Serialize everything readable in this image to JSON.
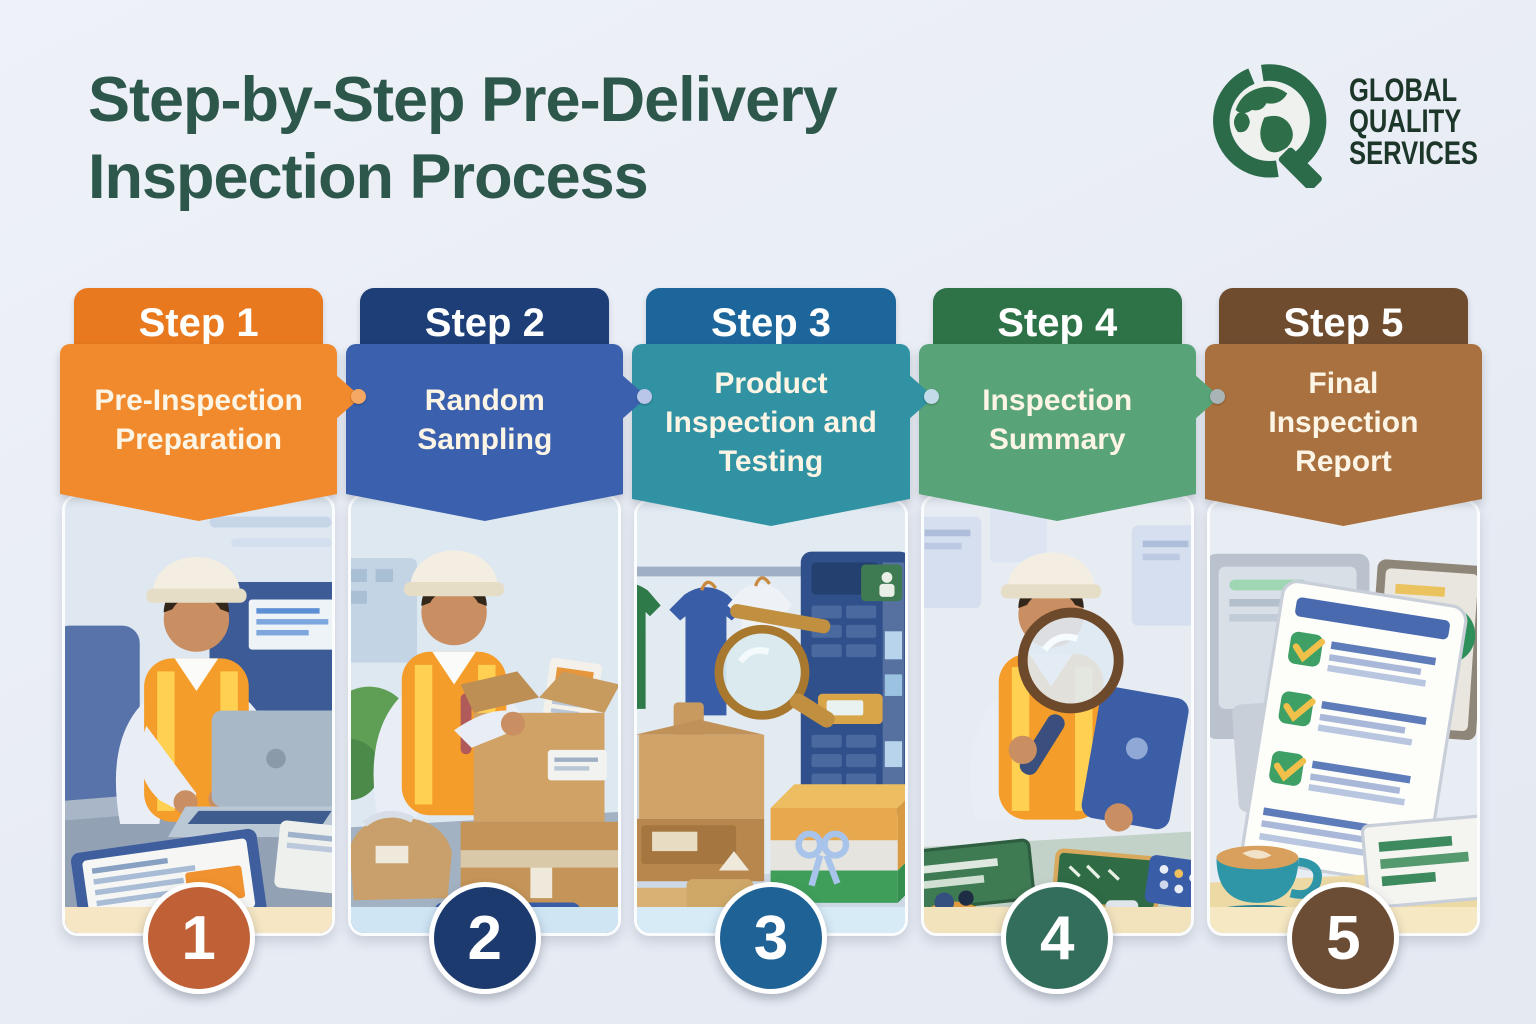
{
  "page": {
    "title_line1": "Step-by-Step Pre-Delivery",
    "title_line2": "Inspection Process",
    "title_color": "#2d574a",
    "background_color": "#e9edf5"
  },
  "logo": {
    "icon": "globe-q-icon",
    "line1": "GLOBAL",
    "line2": "QUALITY",
    "line3": "SERVICES",
    "text_color": "#1d362a",
    "ring_color": "#2b6b4a"
  },
  "steps": [
    {
      "step_label": "Step 1",
      "title": "Pre-Inspection Preparation",
      "number": "1",
      "header_color": "#e8791f",
      "banner_color": "#f08a2d",
      "arrow_pin_color": "#f4a863",
      "number_color": "#bf6036",
      "strip_color": "#f6e6c3",
      "illustration": "worker-typing-on-laptop"
    },
    {
      "step_label": "Step 2",
      "title": "Random Sampling",
      "number": "2",
      "header_color": "#1e3e77",
      "banner_color": "#3b61ae",
      "arrow_pin_color": "#b9c6ea",
      "number_color": "#1d3a6e",
      "strip_color": "#cfe5f4",
      "illustration": "worker-opening-carton-boxes"
    },
    {
      "step_label": "Step 3",
      "title": "Product Inspection and Testing",
      "number": "3",
      "header_color": "#1d669c",
      "banner_color": "#3192a3",
      "arrow_pin_color": "#c3dcea",
      "number_color": "#1e6296",
      "strip_color": "#d7ebf7",
      "illustration": "garment-rack-boxes-magnifier"
    },
    {
      "step_label": "Step 4",
      "title": "Inspection Summary",
      "number": "4",
      "header_color": "#2e7347",
      "banner_color": "#58a378",
      "arrow_pin_color": "#a9b4b6",
      "number_color": "#336e5c",
      "strip_color": "#f3e3bd",
      "illustration": "worker-magnifier-tablet"
    },
    {
      "step_label": "Step 5",
      "title": "Final Inspection Report",
      "number": "5",
      "header_color": "#6f4c2e",
      "banner_color": "#a9713f",
      "arrow_pin_color": "",
      "number_color": "#6b4c34",
      "strip_color": "#f6e8c2",
      "illustration": "checklist-report-coffee"
    }
  ]
}
